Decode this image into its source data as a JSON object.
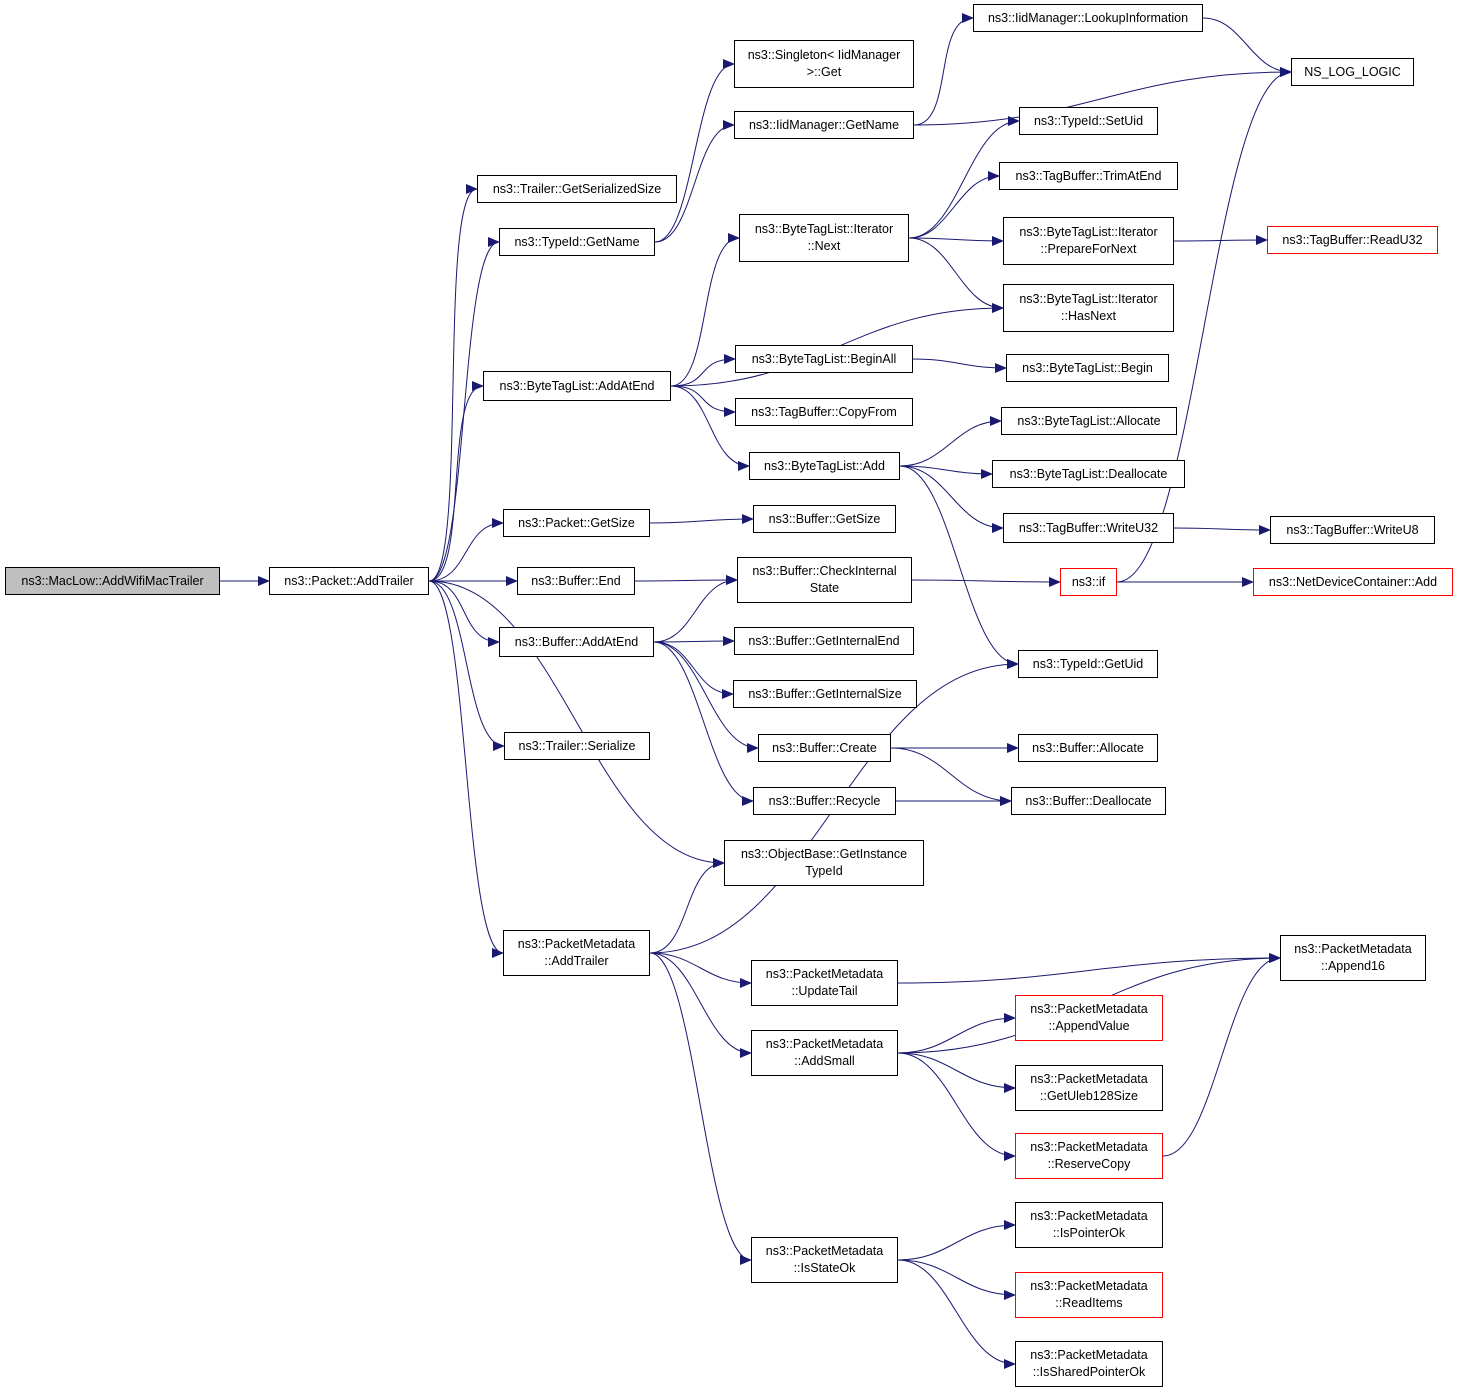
{
  "colors": {
    "edge": "#191970",
    "node_border": "#000000",
    "missing_doc_border": "#ff0000",
    "root_fill": "#bfbfbf"
  },
  "nodes": [
    {
      "id": "root",
      "label": "ns3::MacLow::AddWifiMacTrailer",
      "style": "root"
    },
    {
      "id": "addTrailer",
      "label": "ns3::Packet::AddTrailer"
    },
    {
      "id": "trGetSer",
      "label": "ns3::Trailer::GetSerializedSize"
    },
    {
      "id": "typeGetName",
      "label": "ns3::TypeId::GetName"
    },
    {
      "id": "btlAddAtEnd",
      "label": "ns3::ByteTagList::AddAtEnd"
    },
    {
      "id": "pktGetSize",
      "label": "ns3::Packet::GetSize"
    },
    {
      "id": "bufEnd",
      "label": "ns3::Buffer::End"
    },
    {
      "id": "bufAddAtEnd",
      "label": "ns3::Buffer::AddAtEnd"
    },
    {
      "id": "trSerialize",
      "label": "ns3::Trailer::Serialize"
    },
    {
      "id": "pmAddTrailer",
      "label": "ns3::PacketMetadata\n::AddTrailer"
    },
    {
      "id": "singletonGet",
      "label": "ns3::Singleton< IidManager\n>::Get"
    },
    {
      "id": "iidGetName",
      "label": "ns3::IidManager::GetName"
    },
    {
      "id": "btlItNext",
      "label": "ns3::ByteTagList::Iterator\n::Next"
    },
    {
      "id": "btlBeginAll",
      "label": "ns3::ByteTagList::BeginAll"
    },
    {
      "id": "tbCopyFrom",
      "label": "ns3::TagBuffer::CopyFrom"
    },
    {
      "id": "btlAdd",
      "label": "ns3::ByteTagList::Add"
    },
    {
      "id": "bufGetSize",
      "label": "ns3::Buffer::GetSize"
    },
    {
      "id": "bufCheck",
      "label": "ns3::Buffer::CheckInternal\nState"
    },
    {
      "id": "bufGetIntEnd",
      "label": "ns3::Buffer::GetInternalEnd"
    },
    {
      "id": "bufGetIntSize",
      "label": "ns3::Buffer::GetInternalSize"
    },
    {
      "id": "bufCreate",
      "label": "ns3::Buffer::Create"
    },
    {
      "id": "bufRecycle",
      "label": "ns3::Buffer::Recycle"
    },
    {
      "id": "objGetInst",
      "label": "ns3::ObjectBase::GetInstance\nTypeId"
    },
    {
      "id": "pmUpdateTail",
      "label": "ns3::PacketMetadata\n::UpdateTail"
    },
    {
      "id": "pmAddSmall",
      "label": "ns3::PacketMetadata\n::AddSmall"
    },
    {
      "id": "pmIsStateOk",
      "label": "ns3::PacketMetadata\n::IsStateOk"
    },
    {
      "id": "iidLookup",
      "label": "ns3::IidManager::LookupInformation"
    },
    {
      "id": "typeSetUid",
      "label": "ns3::TypeId::SetUid"
    },
    {
      "id": "tbTrim",
      "label": "ns3::TagBuffer::TrimAtEnd"
    },
    {
      "id": "btlItPrepare",
      "label": "ns3::ByteTagList::Iterator\n::PrepareForNext"
    },
    {
      "id": "btlItHasNext",
      "label": "ns3::ByteTagList::Iterator\n::HasNext"
    },
    {
      "id": "btlBegin",
      "label": "ns3::ByteTagList::Begin"
    },
    {
      "id": "btlAllocate",
      "label": "ns3::ByteTagList::Allocate"
    },
    {
      "id": "btlDeallocate",
      "label": "ns3::ByteTagList::Deallocate"
    },
    {
      "id": "tbWriteU32",
      "label": "ns3::TagBuffer::WriteU32"
    },
    {
      "id": "ns3if",
      "label": "ns3::if",
      "style": "red"
    },
    {
      "id": "typeGetUid",
      "label": "ns3::TypeId::GetUid"
    },
    {
      "id": "bufAllocate",
      "label": "ns3::Buffer::Allocate"
    },
    {
      "id": "bufDeallocate",
      "label": "ns3::Buffer::Deallocate"
    },
    {
      "id": "pmAppendValue",
      "label": "ns3::PacketMetadata\n::AppendValue",
      "style": "red"
    },
    {
      "id": "pmGetUleb",
      "label": "ns3::PacketMetadata\n::GetUleb128Size"
    },
    {
      "id": "pmReserveCopy",
      "label": "ns3::PacketMetadata\n::ReserveCopy",
      "style": "red"
    },
    {
      "id": "pmIsPointerOk",
      "label": "ns3::PacketMetadata\n::IsPointerOk"
    },
    {
      "id": "pmReadItems",
      "label": "ns3::PacketMetadata\n::ReadItems",
      "style": "red"
    },
    {
      "id": "pmIsSharedPtrOk",
      "label": "ns3::PacketMetadata\n::IsSharedPointerOk"
    },
    {
      "id": "nsLogLogic",
      "label": "NS_LOG_LOGIC"
    },
    {
      "id": "tbReadU32",
      "label": "ns3::TagBuffer::ReadU32",
      "style": "red"
    },
    {
      "id": "tbWriteU8",
      "label": "ns3::TagBuffer::WriteU8"
    },
    {
      "id": "ndcAdd",
      "label": "ns3::NetDeviceContainer::Add",
      "style": "red"
    },
    {
      "id": "pmAppend16",
      "label": "ns3::PacketMetadata\n::Append16"
    }
  ],
  "edges": [
    [
      "root",
      "addTrailer"
    ],
    [
      "addTrailer",
      "trGetSer"
    ],
    [
      "addTrailer",
      "typeGetName"
    ],
    [
      "addTrailer",
      "btlAddAtEnd"
    ],
    [
      "addTrailer",
      "pktGetSize"
    ],
    [
      "addTrailer",
      "bufEnd"
    ],
    [
      "addTrailer",
      "bufAddAtEnd"
    ],
    [
      "addTrailer",
      "objGetInst"
    ],
    [
      "addTrailer",
      "trSerialize"
    ],
    [
      "addTrailer",
      "pmAddTrailer"
    ],
    [
      "typeGetName",
      "singletonGet"
    ],
    [
      "typeGetName",
      "iidGetName"
    ],
    [
      "iidGetName",
      "iidLookup"
    ],
    [
      "iidGetName",
      "nsLogLogic"
    ],
    [
      "iidLookup",
      "nsLogLogic"
    ],
    [
      "btlAddAtEnd",
      "btlItNext"
    ],
    [
      "btlAddAtEnd",
      "btlItHasNext"
    ],
    [
      "btlAddAtEnd",
      "btlBeginAll"
    ],
    [
      "btlAddAtEnd",
      "tbCopyFrom"
    ],
    [
      "btlAddAtEnd",
      "btlAdd"
    ],
    [
      "btlItNext",
      "typeSetUid"
    ],
    [
      "btlItNext",
      "tbTrim"
    ],
    [
      "btlItNext",
      "btlItPrepare"
    ],
    [
      "btlItNext",
      "btlItHasNext"
    ],
    [
      "btlItPrepare",
      "tbReadU32"
    ],
    [
      "btlBeginAll",
      "btlBegin"
    ],
    [
      "btlAdd",
      "btlAllocate"
    ],
    [
      "btlAdd",
      "btlDeallocate"
    ],
    [
      "btlAdd",
      "tbWriteU32"
    ],
    [
      "btlAdd",
      "typeGetUid"
    ],
    [
      "tbWriteU32",
      "tbWriteU8"
    ],
    [
      "pktGetSize",
      "bufGetSize"
    ],
    [
      "bufEnd",
      "bufCheck"
    ],
    [
      "bufAddAtEnd",
      "bufCheck"
    ],
    [
      "bufAddAtEnd",
      "bufGetIntEnd"
    ],
    [
      "bufAddAtEnd",
      "bufGetIntSize"
    ],
    [
      "bufAddAtEnd",
      "bufCreate"
    ],
    [
      "bufAddAtEnd",
      "bufRecycle"
    ],
    [
      "bufCheck",
      "ns3if"
    ],
    [
      "ns3if",
      "ndcAdd"
    ],
    [
      "ns3if",
      "nsLogLogic"
    ],
    [
      "bufCreate",
      "bufAllocate"
    ],
    [
      "bufCreate",
      "bufDeallocate"
    ],
    [
      "bufRecycle",
      "bufDeallocate"
    ],
    [
      "pmAddTrailer",
      "objGetInst"
    ],
    [
      "pmAddTrailer",
      "typeGetUid"
    ],
    [
      "pmAddTrailer",
      "pmUpdateTail"
    ],
    [
      "pmAddTrailer",
      "pmAddSmall"
    ],
    [
      "pmAddTrailer",
      "pmIsStateOk"
    ],
    [
      "pmUpdateTail",
      "pmAppend16"
    ],
    [
      "pmAddSmall",
      "pmAppend16"
    ],
    [
      "pmAddSmall",
      "pmAppendValue"
    ],
    [
      "pmAddSmall",
      "pmGetUleb"
    ],
    [
      "pmAddSmall",
      "pmReserveCopy"
    ],
    [
      "pmReserveCopy",
      "pmAppend16"
    ],
    [
      "pmIsStateOk",
      "pmIsPointerOk"
    ],
    [
      "pmIsStateOk",
      "pmReadItems"
    ],
    [
      "pmIsStateOk",
      "pmIsSharedPtrOk"
    ]
  ]
}
